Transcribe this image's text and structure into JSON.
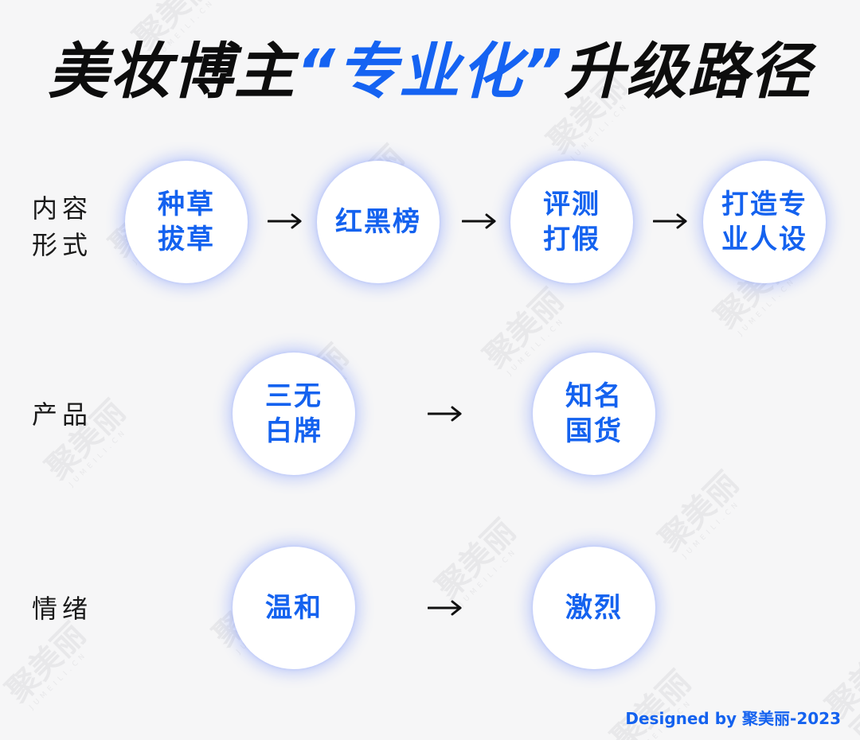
{
  "title": {
    "part1": "美妆博主",
    "highlight": "“专业化”",
    "part2": "升级路径"
  },
  "rows": [
    {
      "label": "内容\n形式",
      "nodes": [
        "种草\n拔草",
        "红黑榜",
        "评测\n打假",
        "打造专\n业人设"
      ]
    },
    {
      "label": "产品",
      "nodes": [
        "三无\n白牌",
        "知名\n国货"
      ]
    },
    {
      "label": "情绪",
      "nodes": [
        "温和",
        "激烈"
      ]
    }
  ],
  "credit": "Designed by 聚美丽-2023",
  "watermark": {
    "text": "聚美丽",
    "subtext": "JUMEILI.CN"
  },
  "colors": {
    "accent": "#1462ef",
    "text": "#0d0d0d",
    "background": "#f6f6f7"
  }
}
